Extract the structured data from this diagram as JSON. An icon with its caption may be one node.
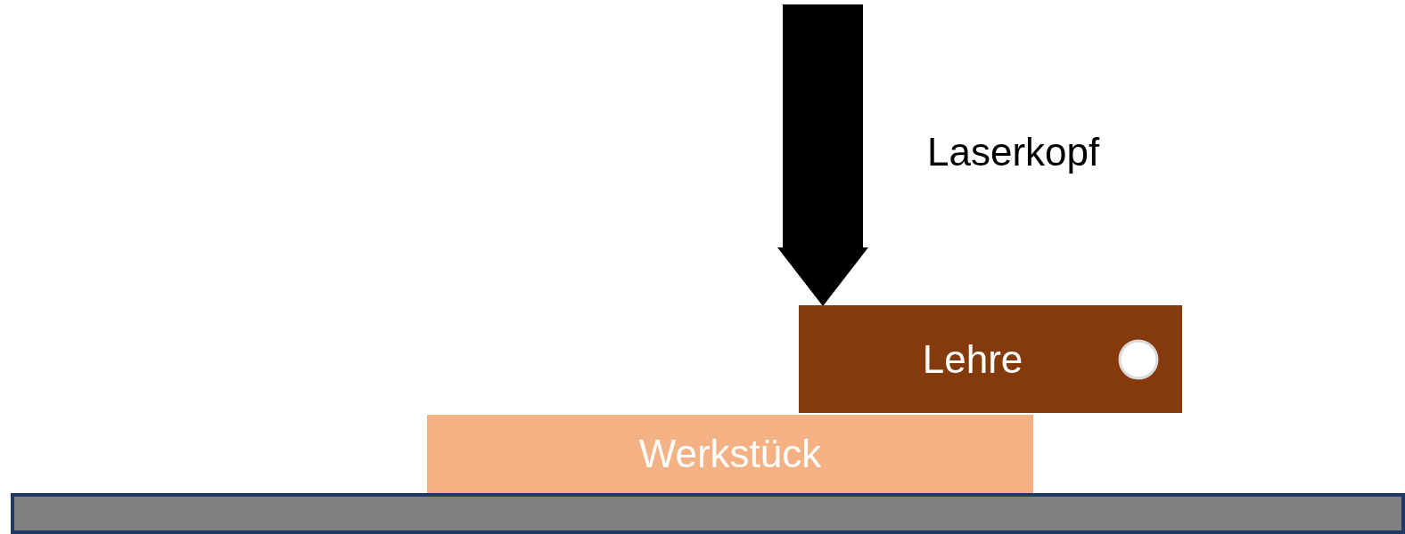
{
  "diagram": {
    "nodes": [
      {
        "text": [],
        "shape": "arrow",
        "beside": [
          "Laserkopf"
        ]
      },
      {
        "text": [
          "Lehre"
        ]
      },
      {
        "text": [],
        "shape": "circle",
        "in": 1
      },
      {
        "text": [
          "Werkstück"
        ]
      },
      {
        "text": [],
        "shape": "bar"
      }
    ]
  }
}
